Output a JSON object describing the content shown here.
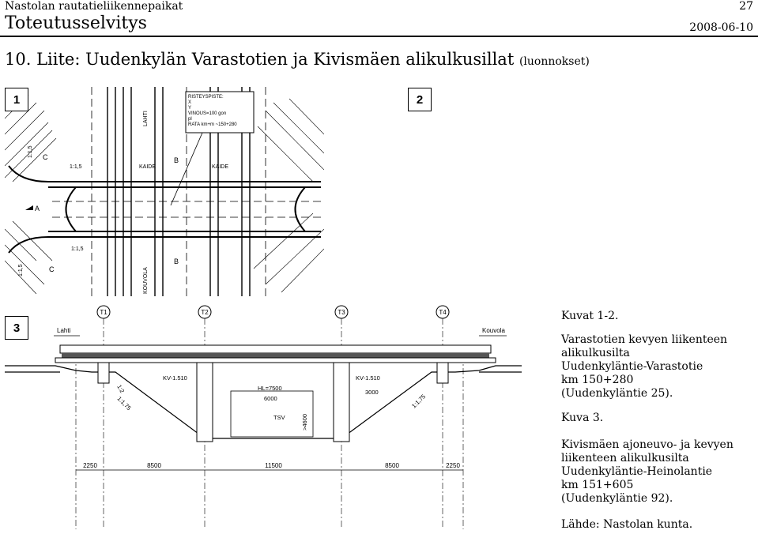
{
  "header": {
    "org": "Nastolan rautatieliikennepaikat",
    "page_number": "27",
    "doc_title": "Toteutusselvitys",
    "date": "2008-06-10"
  },
  "section": {
    "title": "10. Liite: Uudenkylän Varastotien ja Kivismäen alikulkusillat",
    "note": "(luonnokset)"
  },
  "figures": {
    "label_1": "1",
    "label_2": "2",
    "label_3": "3",
    "plan_box": {
      "line1": "RISTEYSPISTE:",
      "line2": "X",
      "line3": "Y",
      "line4": "VINOUS=100 gon",
      "line5": "pl",
      "line6": "RATA km+m ~150+280"
    },
    "plan_labels": {
      "lahti": "LAHTI",
      "kouvola": "KOUVOLA",
      "kaide1": "KAIDE",
      "kaide2": "KAIDE",
      "slope1": "1:1,5",
      "slope2": "1:1,5",
      "slope3": "1:1,5",
      "slope4": "1:1,5",
      "a": "A",
      "b1": "B",
      "b2": "B",
      "c1": "C",
      "c2": "C"
    },
    "elev_labels": {
      "t1": "T1",
      "t2": "T2",
      "t3": "T3",
      "t4": "T4",
      "lahti": "Lahti",
      "kouvola": "Kouvola",
      "kv_left": "KV-1.510",
      "kv_right": "KV-1.510",
      "hl": "HL=7500",
      "w6000": "6000",
      "w3000": "3000",
      "tsv": "TSV",
      "h4600": ">4600",
      "s12": "1:2",
      "s175a": "1:1,75",
      "s175b": "1:1,75",
      "d2250a": "2250",
      "d8500a": "8500",
      "d11500": "11500",
      "d8500b": "8500",
      "d2250b": "2250"
    }
  },
  "captions": {
    "c1_title": "Kuvat 1-2.",
    "c1_l1": "Varastotien kevyen liikenteen",
    "c1_l2": "alikulkusilta",
    "c1_l3": "Uudenkyläntie-Varastotie",
    "c1_l4": "km 150+280",
    "c1_l5": "(Uudenkyläntie 25).",
    "c2_title": "Kuva 3.",
    "c2_l1": "Kivismäen ajoneuvo- ja kevyen",
    "c2_l2": "liikenteen alikulkusilta",
    "c2_l3": "Uudenkyläntie-Heinolantie",
    "c2_l4": "km 151+605",
    "c2_l5": "(Uudenkyläntie 92).",
    "source": "Lähde: Nastolan kunta."
  }
}
